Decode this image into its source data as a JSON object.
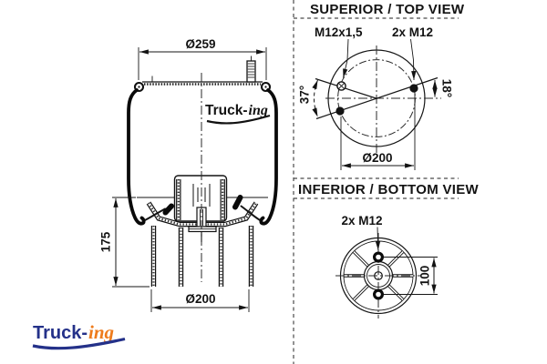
{
  "header": {
    "top_view_title": "SUPERIOR / TOP VIEW",
    "bottom_view_title": "INFERIOR / BOTTOM VIEW"
  },
  "side_view": {
    "top_plate_diameter": "Ø259",
    "piston_height": "175",
    "piston_diameter": "Ø200",
    "watermark_part1": "Truck-",
    "watermark_part2": "ing"
  },
  "top_view": {
    "air_fitting_label": "M12x1,5",
    "stud_label": "2x M12",
    "left_angle": "37°",
    "right_angle": "18°",
    "bolt_circle_diameter": "Ø200"
  },
  "bottom_view": {
    "stud_label": "2x M12",
    "stud_spacing": "100"
  },
  "logo": {
    "part1": "Truck-",
    "part2": "ing"
  },
  "colors": {
    "line": "#131313",
    "logo_blue": "#243189",
    "logo_orange": "#ee7b1c",
    "background": "#ffffff"
  }
}
